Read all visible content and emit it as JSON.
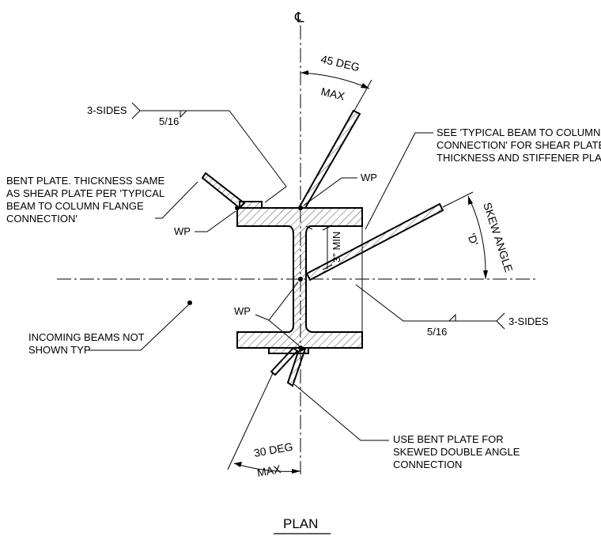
{
  "centerline_symbol": "℄",
  "angles": {
    "top_value": "45 DEG",
    "top_qualifier": "MAX",
    "bottom_value": "30 DEG",
    "bottom_qualifier": "MAX",
    "skew_label": "SKEW ANGLE",
    "skew_symbol": "'D'"
  },
  "min_dimension": "3\" MIN",
  "callouts": {
    "weld_top_sides": "3-SIDES",
    "weld_top_size": "5/16",
    "weld_right_sides": "3-SIDES",
    "weld_right_size": "5/16",
    "bent_plate_note": [
      "BENT PLATE. THICKNESS SAME",
      "AS SHEAR PLATE PER 'TYPICAL",
      "BEAM TO COLUMN FLANGE",
      "CONNECTION'"
    ],
    "see_note": [
      "SEE 'TYPICAL BEAM TO COLUMN WEB",
      "CONNECTION' FOR SHEAR PLATE",
      "THICKNESS AND STIFFENER PLATES"
    ],
    "incoming_note": [
      "INCOMING BEAMS NOT",
      "SHOWN TYP"
    ],
    "use_bent_note": [
      "USE BENT PLATE FOR",
      "SKEWED DOUBLE ANGLE",
      "CONNECTION"
    ],
    "wp_top": "WP",
    "wp_left": "WP",
    "wp_mid": "WP"
  },
  "view_title": "PLAN"
}
